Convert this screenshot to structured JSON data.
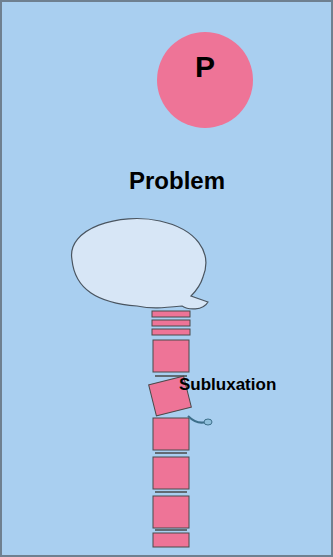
{
  "diagram": {
    "nodes": [
      {
        "text": [
          "P",
          "Problem"
        ]
      }
    ],
    "labels": [
      "Subluxation"
    ]
  }
}
